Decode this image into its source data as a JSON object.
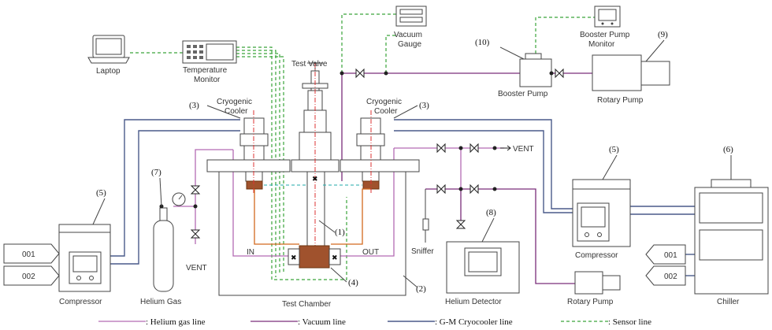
{
  "labels": {
    "laptop": "Laptop",
    "temperature_monitor": "Temperature\nMonitor",
    "test_valve": "Test Valve",
    "vacuum_gauge": "Vacuum\nGauge",
    "booster_pump": "Booster Pump",
    "booster_pump_monitor": "Booster Pump\nMonitor",
    "rotary_pump_top": "Rotary Pump",
    "cryogenic_cooler_left": "Cryogenic\nCooler",
    "cryogenic_cooler_right": "Cryogenic\nCooler",
    "vent_right": "VENT",
    "vent_left": "VENT",
    "sniffer": "Sniffer",
    "helium_detector": "Helium Detector",
    "rotary_pump_bottom": "Rotary Pump",
    "compressor_left": "Compressor",
    "compressor_right": "Compressor",
    "helium_gas": "Helium Gas",
    "test_chamber": "Test Chamber",
    "chiller": "Chiller",
    "in": "IN",
    "out": "OUT",
    "tank_001_left": "001",
    "tank_002_left": "002",
    "tank_001_right": "001",
    "tank_002_right": "002"
  },
  "numbers": {
    "n1": "(1)",
    "n2": "(2)",
    "n3_left": "(3)",
    "n3_right": "(3)",
    "n4": "(4)",
    "n5_left": "(5)",
    "n5_right": "(5)",
    "n6": "(6)",
    "n7": "(7)",
    "n8": "(8)",
    "n9": "(9)",
    "n10": "(10)"
  },
  "legend": [
    {
      "label": ": Helium gas line",
      "color": "#b36bb3",
      "style": "solid"
    },
    {
      "label": ": Vacuum line",
      "color": "#7a2d7a",
      "style": "solid"
    },
    {
      "label": ": G-M Cryocooler line",
      "color": "#4a5a8a",
      "style": "solid"
    },
    {
      "label": ": Sensor line",
      "color": "#3aa33a",
      "style": "dashed"
    }
  ]
}
